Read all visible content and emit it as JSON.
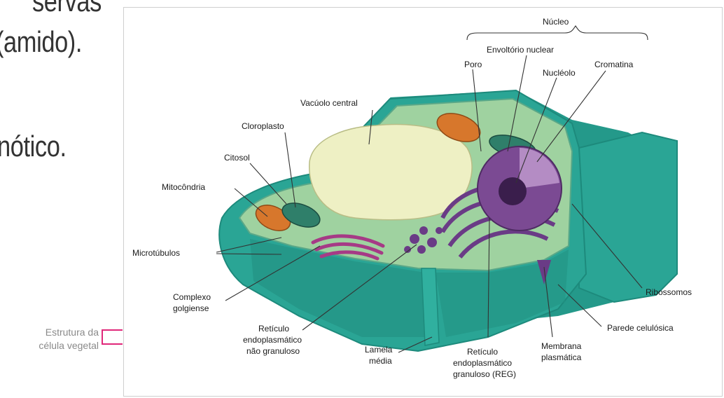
{
  "left_text": {
    "line1": "servas",
    "line2": "(amido).",
    "line3": "nótico."
  },
  "side_caption": {
    "line1": "Estrutura da",
    "line2": "célula vegetal",
    "bracket_color": "#e0287a"
  },
  "figure": {
    "labels": {
      "nucleo": "Núcleo",
      "envoltorio": "Envoltório nuclear",
      "poro": "Poro",
      "nucleolo": "Nucléolo",
      "cromatina": "Cromatina",
      "vacuolo": "Vacúolo central",
      "cloroplasto": "Cloroplasto",
      "citosol": "Citosol",
      "mitocondria": "Mitocôndria",
      "microtubulos": "Microtúbulos",
      "complexo1": "Complexo",
      "complexo2": "golgiense",
      "ribossomos": "Ribossomos",
      "parede": "Parede celulósica",
      "rel1": "Retículo",
      "rel2": "endoplasmático",
      "rel3": "não granuloso",
      "lamela1": "Lamela",
      "lamela2": "média",
      "reg1": "Retículo",
      "reg2": "endoplasmático",
      "reg3": "granuloso (REG)",
      "membrana1": "Membrana",
      "membrana2": "plasmática"
    },
    "colors": {
      "wall": "#2aa595",
      "wall_dark": "#1d8a7c",
      "cytosol": "#9fd2a0",
      "vacuole": "#eef0c4",
      "mitochondria": "#d7772c",
      "chloroplast": "#2f7f6a",
      "golgi": "#a63a86",
      "nucleus": "#7b4a93",
      "er": "#6a3b86"
    }
  }
}
